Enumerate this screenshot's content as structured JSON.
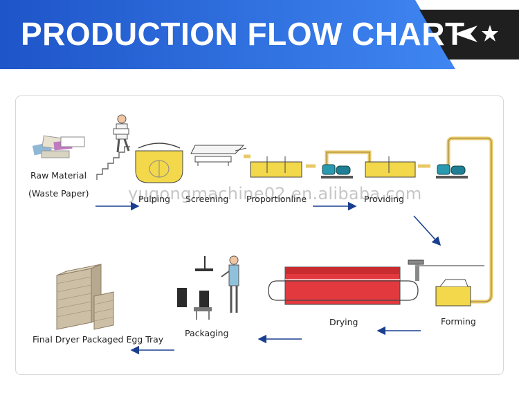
{
  "header": {
    "title": "PRODUCTION FLOW CHART",
    "nav_icon": "arrow-left-icon",
    "star_icon": "star-icon",
    "colors": {
      "blue_dark": "#1e55c8",
      "blue_light": "#3f86f2",
      "corner": "#1f1f1f"
    }
  },
  "steps": {
    "raw_material": "Raw Material",
    "waste_paper": "(Waste Paper)",
    "pulping": "Pulping",
    "screening": "Screening",
    "proportion_line": "Proportionline",
    "providing": "Providing",
    "forming": "Forming",
    "drying": "Drying",
    "packaging": "Packaging",
    "final": "Final Dryer Packaged Egg Tray"
  },
  "watermark": "yugongmachine02.en.alibaba.com",
  "colors": {
    "pipe": "#e8c966",
    "tank": "#f2d84a",
    "pump": "#2a9ab0",
    "dryer": "#e2393f",
    "arrow": "#1a3f8f",
    "tray": "#cdbfa5"
  }
}
